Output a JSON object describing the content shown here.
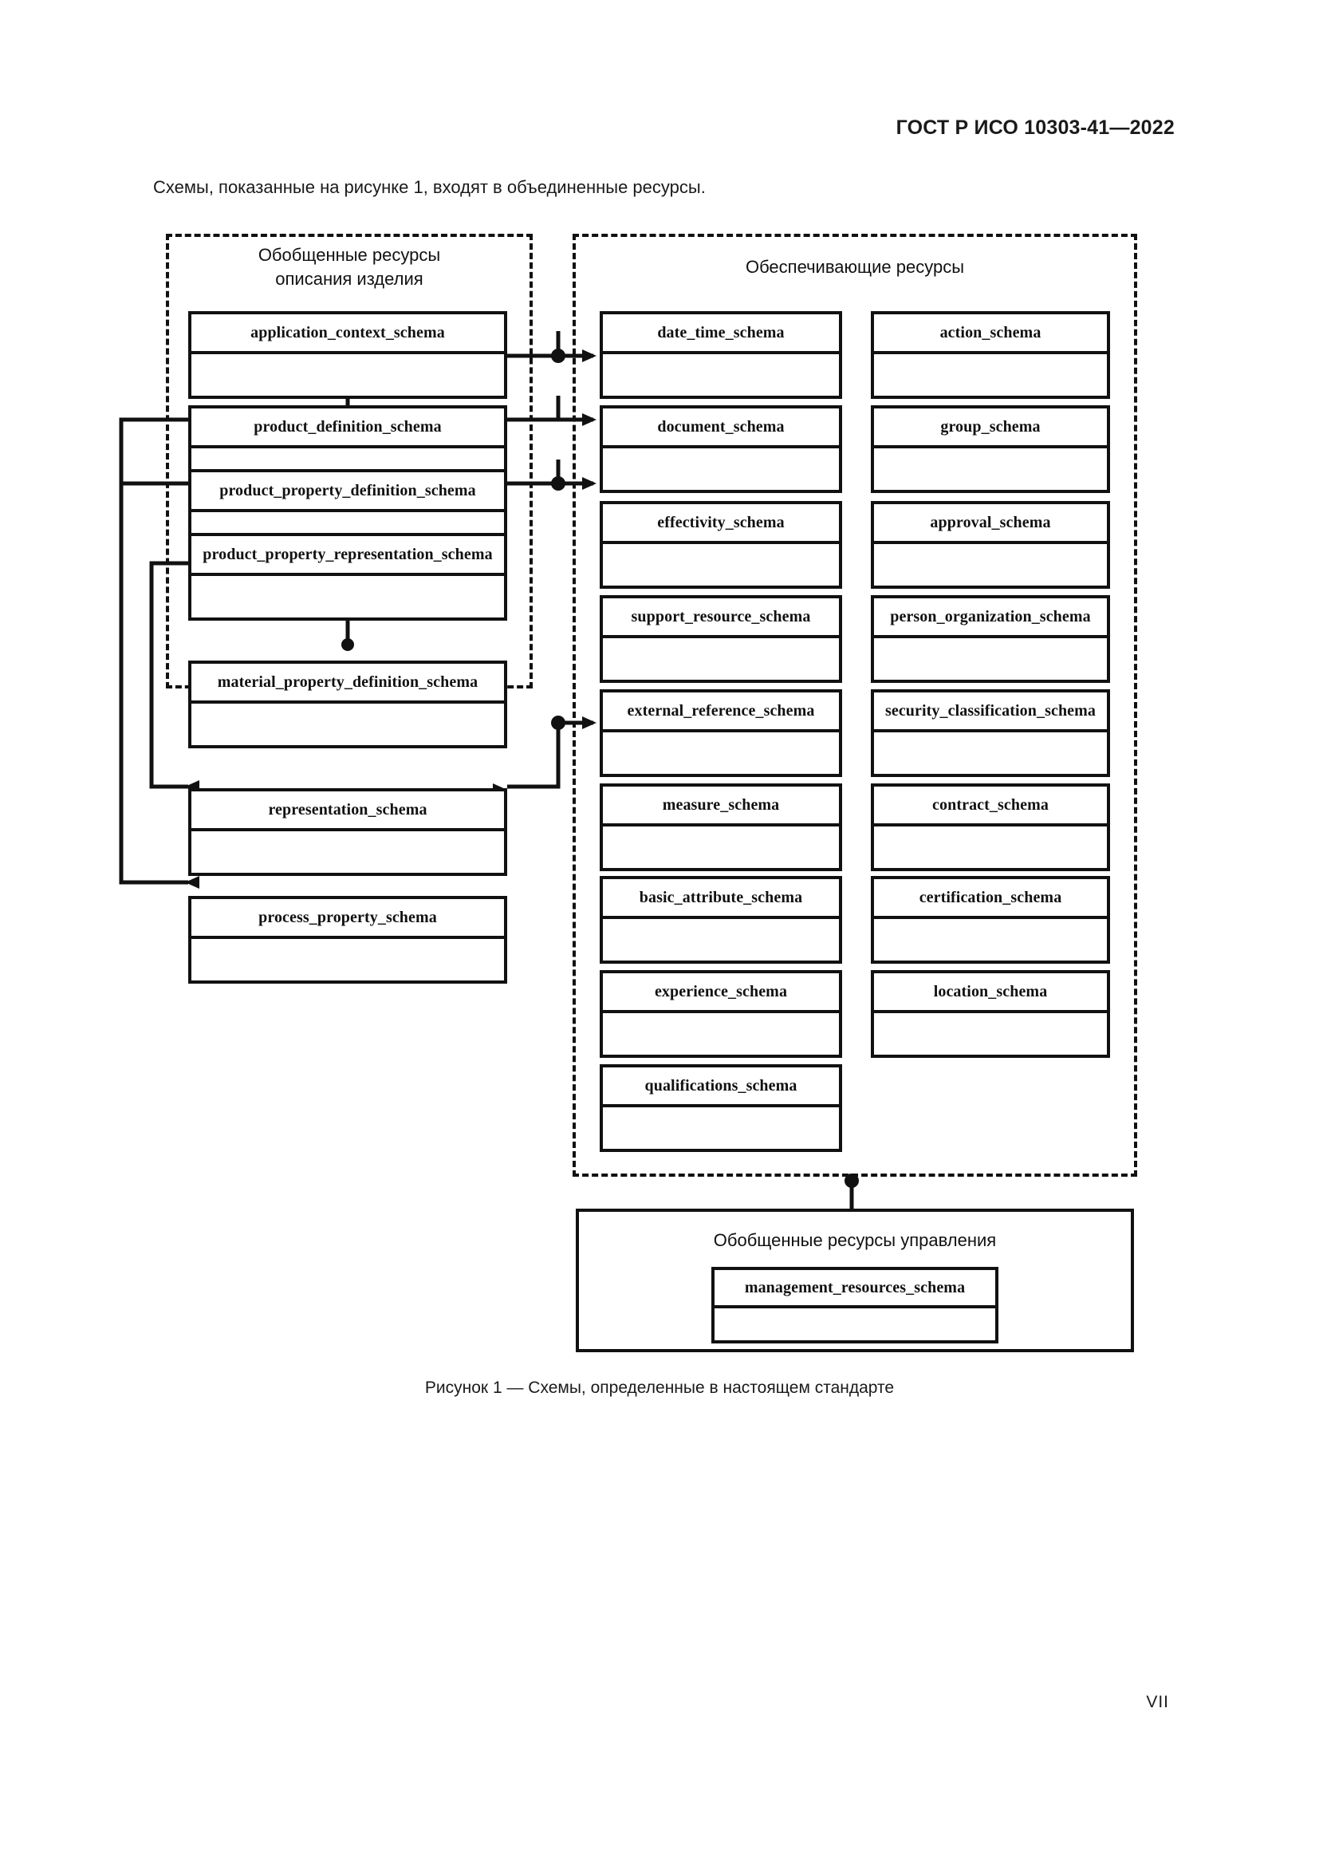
{
  "header": {
    "standard_title": "ГОСТ Р ИСО 10303-41—2022"
  },
  "intro": {
    "text": "Схемы, показанные на рисунке 1, входят в объединенные ресурсы."
  },
  "figure": {
    "caption": "Рисунок 1 — Схемы, определенные в настоящем стандарте",
    "groups": {
      "product_description": {
        "title": "Обобщенные ресурсы\nописания изделия",
        "style": "dashed"
      },
      "supporting": {
        "title": "Обеспечивающие ресурсы",
        "style": "dashed"
      },
      "management": {
        "title": "Обобщенные ресурсы управления",
        "style": "solid"
      }
    },
    "schemas": {
      "left_column": [
        {
          "name": "application_context_schema"
        },
        {
          "name": "product_definition_schema"
        },
        {
          "name": "product_property_definition_schema"
        },
        {
          "name": "product_property_representation_schema"
        },
        {
          "name": "material_property_definition_schema"
        },
        {
          "name": "representation_schema"
        },
        {
          "name": "process_property_schema"
        }
      ],
      "middle_column": [
        {
          "name": "date_time_schema"
        },
        {
          "name": "document_schema"
        },
        {
          "name": "effectivity_schema"
        },
        {
          "name": "support_resource_schema"
        },
        {
          "name": "external_reference_schema"
        },
        {
          "name": "measure_schema"
        },
        {
          "name": "basic_attribute_schema"
        },
        {
          "name": "experience_schema"
        },
        {
          "name": "qualifications_schema"
        }
      ],
      "right_column": [
        {
          "name": "action_schema"
        },
        {
          "name": "group_schema"
        },
        {
          "name": "approval_schema"
        },
        {
          "name": "person_organization_schema"
        },
        {
          "name": "security_classification_schema"
        },
        {
          "name": "contract_schema"
        },
        {
          "name": "certification_schema"
        },
        {
          "name": "location_schema"
        }
      ],
      "management_column": [
        {
          "name": "management_resources_schema"
        }
      ]
    }
  },
  "footer": {
    "page_number": "VII"
  },
  "colors": {
    "ink": "#111111",
    "page_background": "#ffffff"
  }
}
